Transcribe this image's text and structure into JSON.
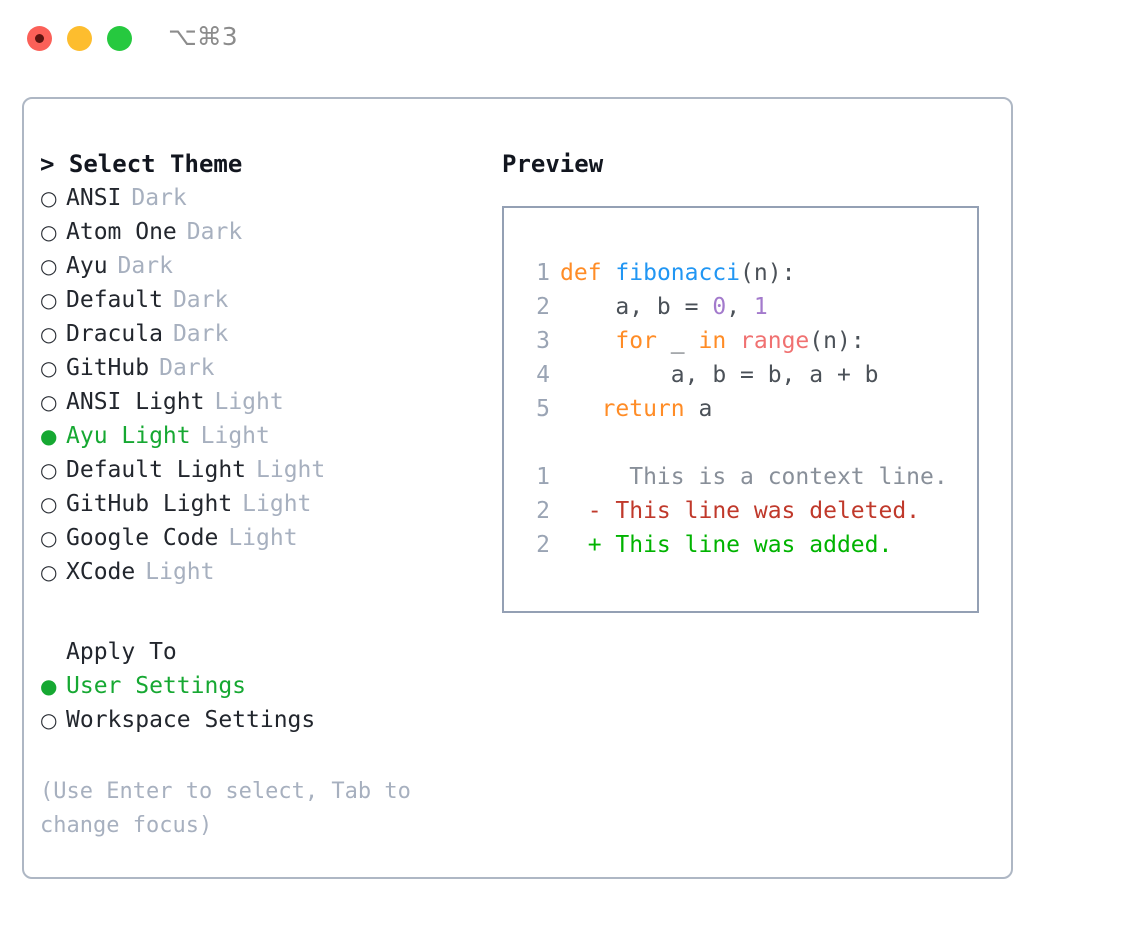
{
  "titlebar": {
    "buttons": [
      {
        "name": "close-button",
        "color": "#fb6058"
      },
      {
        "name": "minimize-button",
        "color": "#fdbd2e"
      },
      {
        "name": "maximize-button",
        "color": "#26c93f"
      }
    ],
    "shortcut": "⌥⌘3"
  },
  "theme_picker": {
    "header": "> Select Theme",
    "items": [
      {
        "marker": "○",
        "label": "ANSI",
        "tag": "Dark",
        "selected": false
      },
      {
        "marker": "○",
        "label": "Atom One",
        "tag": "Dark",
        "selected": false
      },
      {
        "marker": "○",
        "label": "Ayu",
        "tag": "Dark",
        "selected": false
      },
      {
        "marker": "○",
        "label": "Default",
        "tag": "Dark",
        "selected": false
      },
      {
        "marker": "○",
        "label": "Dracula",
        "tag": "Dark",
        "selected": false
      },
      {
        "marker": "○",
        "label": "GitHub",
        "tag": "Dark",
        "selected": false
      },
      {
        "marker": "○",
        "label": "ANSI Light",
        "tag": "Light",
        "selected": false
      },
      {
        "marker": "●",
        "label": "Ayu Light",
        "tag": "Light",
        "selected": true
      },
      {
        "marker": "○",
        "label": "Default Light",
        "tag": "Light",
        "selected": false
      },
      {
        "marker": "○",
        "label": "GitHub Light",
        "tag": "Light",
        "selected": false
      },
      {
        "marker": "○",
        "label": "Google Code",
        "tag": "Light",
        "selected": false
      },
      {
        "marker": "○",
        "label": "XCode",
        "tag": "Light",
        "selected": false
      }
    ]
  },
  "apply_to": {
    "header": "Apply To",
    "items": [
      {
        "marker": "●",
        "label": "User Settings",
        "selected": true
      },
      {
        "marker": "○",
        "label": "Workspace Settings",
        "selected": false
      }
    ]
  },
  "hint": "(Use Enter to select, Tab to change focus)",
  "preview": {
    "title": "Preview",
    "code_lines": [
      {
        "num": "1",
        "tokens": [
          {
            "t": "def",
            "c": "kw"
          },
          {
            "t": " ",
            "c": "pl"
          },
          {
            "t": "fibonacci",
            "c": "fn"
          },
          {
            "t": "(n):",
            "c": "pl"
          }
        ]
      },
      {
        "num": "2",
        "tokens": [
          {
            "t": "    a, b = ",
            "c": "pl"
          },
          {
            "t": "0",
            "c": "num"
          },
          {
            "t": ", ",
            "c": "pl"
          },
          {
            "t": "1",
            "c": "num"
          }
        ]
      },
      {
        "num": "3",
        "tokens": [
          {
            "t": "    ",
            "c": "pl"
          },
          {
            "t": "for",
            "c": "kw"
          },
          {
            "t": " _ ",
            "c": "pl"
          },
          {
            "t": "in",
            "c": "kw"
          },
          {
            "t": " ",
            "c": "pl"
          },
          {
            "t": "range",
            "c": "bi"
          },
          {
            "t": "(n):",
            "c": "pl"
          }
        ]
      },
      {
        "num": "4",
        "tokens": [
          {
            "t": "        a, b = b, a + b",
            "c": "pl"
          }
        ]
      },
      {
        "num": "5",
        "tokens": [
          {
            "t": "   ",
            "c": "pl"
          },
          {
            "t": "return",
            "c": "kw"
          },
          {
            "t": " a",
            "c": "pl"
          }
        ]
      }
    ],
    "diff_lines": [
      {
        "num": "1",
        "sign": " ",
        "text": "  This is a context line.",
        "kind": "ctx"
      },
      {
        "num": "2",
        "sign": "-",
        "text": " This line was deleted.",
        "kind": "del"
      },
      {
        "num": "2",
        "sign": "+",
        "text": " This line was added.",
        "kind": "add"
      }
    ]
  },
  "colors": {
    "accent_green": "#16a832",
    "keyword_orange": "#ff8c26",
    "function_blue": "#2196f3",
    "number_purple": "#a37acc",
    "builtin_red": "#f07171",
    "diff_delete": "#c0392b",
    "diff_add": "#00b300",
    "muted_grey": "#a7b0bf",
    "border": "#aeb7c4"
  }
}
